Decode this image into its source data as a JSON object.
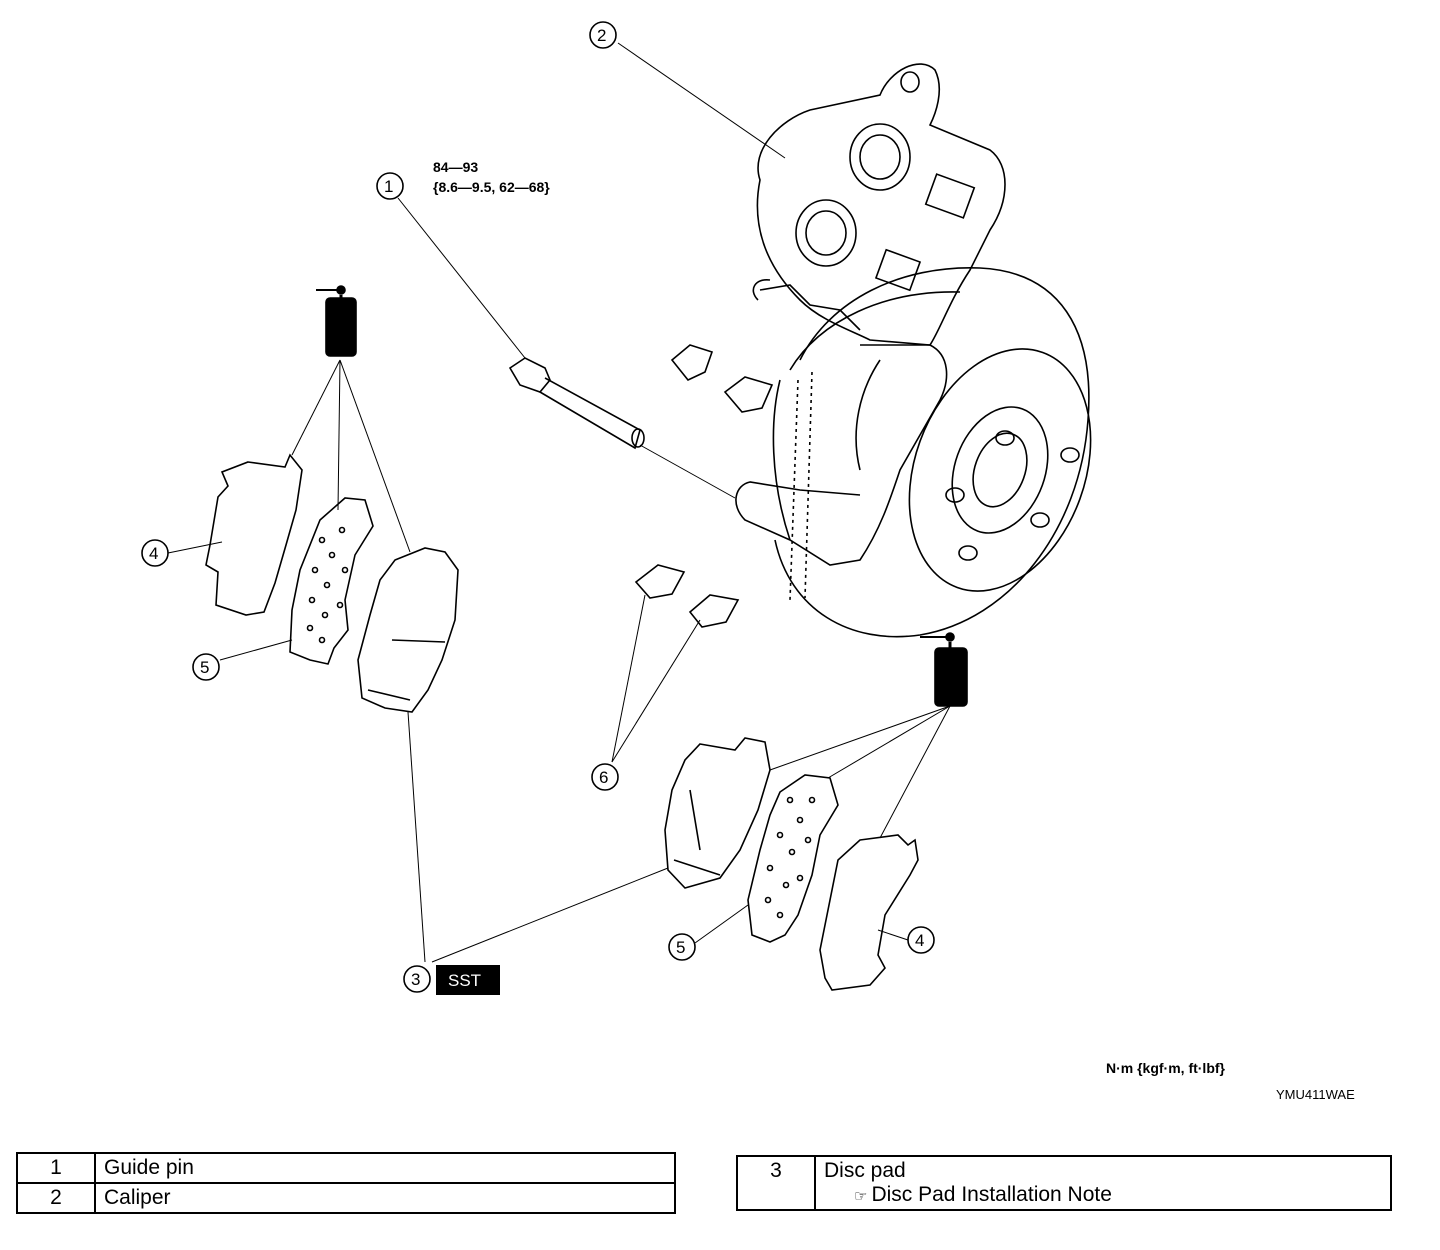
{
  "callouts": {
    "c1": "1",
    "c2": "2",
    "c3": "3",
    "c4a": "4",
    "c4b": "4",
    "c5a": "5",
    "c5b": "5",
    "c6": "6",
    "sst": "SST"
  },
  "torque": {
    "line1": "84—93",
    "line2": "{8.6—9.5, 62—68}"
  },
  "units": "N·m {kgf·m, ft·lbf}",
  "figure_code": "YMU411WAE",
  "legend_left": [
    {
      "num": "1",
      "name": "Guide pin"
    },
    {
      "num": "2",
      "name": "Caliper"
    }
  ],
  "legend_right": {
    "num": "3",
    "name": "Disc pad",
    "note": "Disc Pad Installation Note"
  },
  "icons": [
    "grease-tube-icon",
    "reference-arrow-icon"
  ]
}
